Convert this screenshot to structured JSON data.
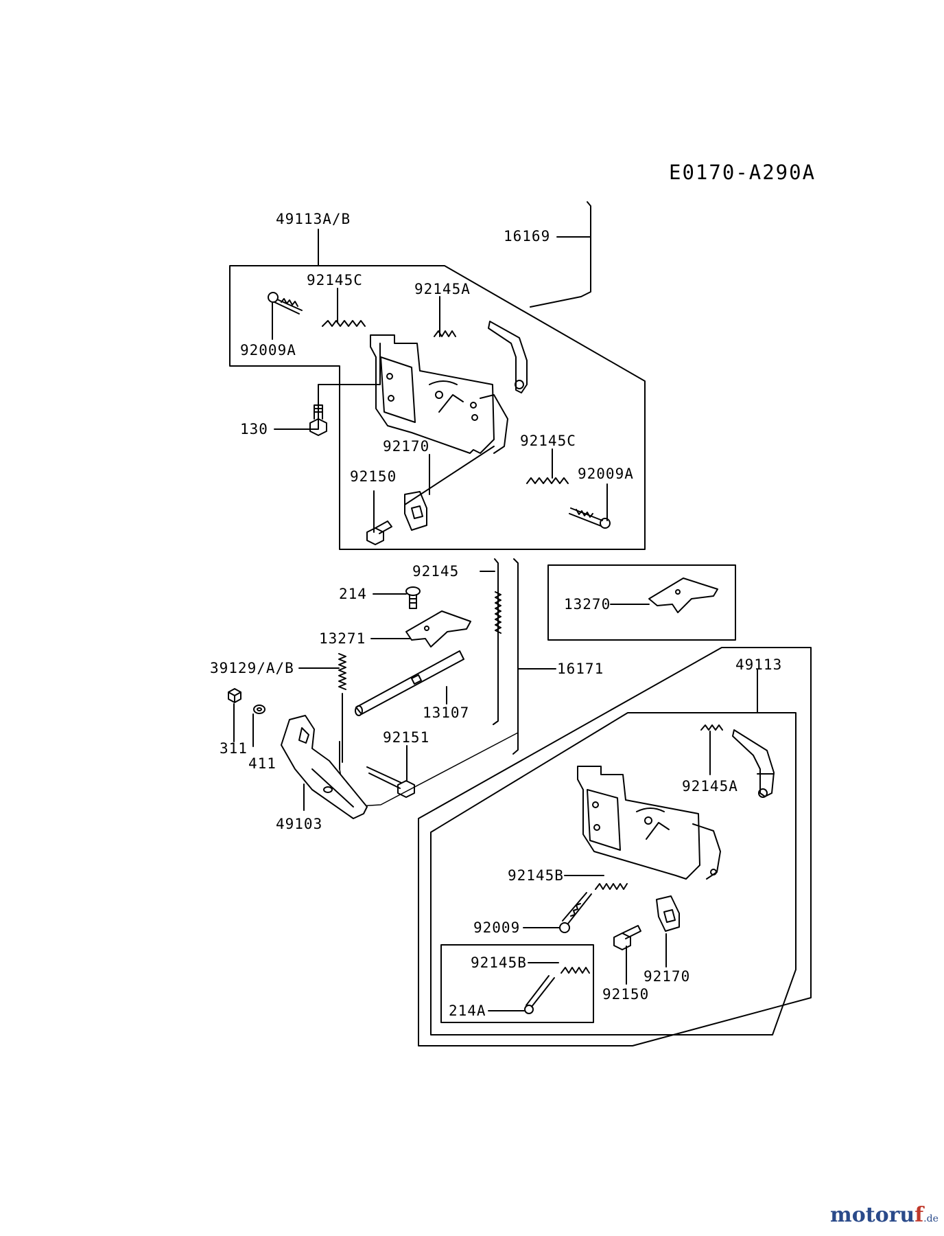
{
  "diagram_code": "E0170-A290A",
  "watermark": {
    "main": "motoru",
    "accent": "f",
    "tld": ".de"
  },
  "labels": {
    "l_49113AB": "49113A/B",
    "l_16169": "16169",
    "l_92145C_top": "92145C",
    "l_92145A_top": "92145A",
    "l_92009A_top": "92009A",
    "l_130": "130",
    "l_92170_top": "92170",
    "l_92145C_mid": "92145C",
    "l_92150_top": "92150",
    "l_92009A_mid": "92009A",
    "l_92145_mid": "92145",
    "l_214": "214",
    "l_13270": "13270",
    "l_13271": "13271",
    "l_39129AB": "39129/A/B",
    "l_16171": "16171",
    "l_49113": "49113",
    "l_13107": "13107",
    "l_311": "311",
    "l_411": "411",
    "l_92151": "92151",
    "l_92145A_bot": "92145A",
    "l_49103": "49103",
    "l_92145B_mid": "92145B",
    "l_92009_bot": "92009",
    "l_92145B_box": "92145B",
    "l_92170_bot": "92170",
    "l_92150_bot": "92150",
    "l_214A": "214A"
  }
}
